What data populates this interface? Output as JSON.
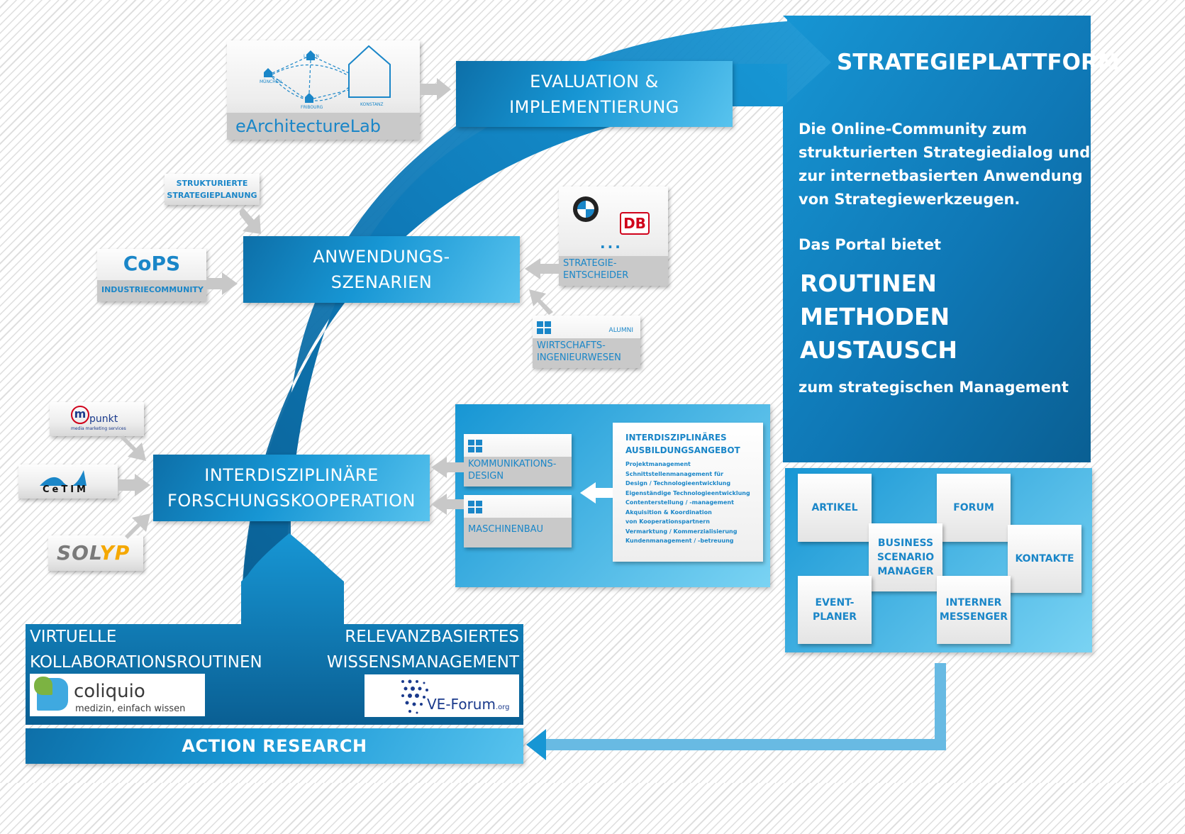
{
  "platform": {
    "title": "STRATEGIEPLATTFORM",
    "description": "Die Online-Community zum\nstrukturierten Strategiedialog und\nzur internetbasierten Anwendung\nvon Strategiewerkzeugen.",
    "portal_intro": "Das Portal bietet",
    "offers": [
      "ROUTINEN",
      "METHODEN",
      "AUSTAUSCH"
    ],
    "offers_suffix": "zum strategischen Management",
    "features": {
      "artikel": "ARTIKEL",
      "forum": "FORUM",
      "business": "BUSINESS\nSCENARIO\nMANAGER",
      "kontakte": "KONTAKTE",
      "event": "EVENT-\nPLANER",
      "messenger": "INTERNER\nMESSENGER"
    }
  },
  "stages": {
    "evaluation": "EVALUATION &\nIMPLEMENTIERUNG",
    "anwendung": "ANWENDUNGS-\nSZENARIEN",
    "forschung": "INTERDISZIPLINÄRE\nFORSCHUNGSKOOPERATION"
  },
  "earch": {
    "title": "eArchitectureLab",
    "nodes": [
      "LEIDEN",
      "MÜNCHEN",
      "FRIBOURG",
      "KONSTANZ"
    ]
  },
  "strukturierte": "STRUKTURIERTE\nSTRATEGIEPLANUNG",
  "cops": {
    "title": "CoPS",
    "subtitle": "INDUSTRIECOMMUNITY"
  },
  "entscheider": {
    "logo_db": "DB",
    "dots": "...",
    "label": "STRATEGIE-\nENTSCHEIDER"
  },
  "alumni": {
    "badge": "ALUMNI",
    "label": "WIRTSCHAFTS-\nINGENIEURWESEN"
  },
  "partners": {
    "mpunkt": {
      "letter": "m",
      "name": "punkt",
      "tagline": "media marketing services"
    },
    "cetim": "CeTIM",
    "solyp": {
      "a": "SOL",
      "b": "YP"
    }
  },
  "education": {
    "kommunikation": "KOMMUNIKATIONS-\nDESIGN",
    "maschinenbau": "MASCHINENBAU",
    "title": "INTERDISZIPLINÄRES\nAUSBILDUNGSANGEBOT",
    "items": [
      "Projektmanagement",
      "Schnittstellenmanagement für",
      "Design / Technologieentwicklung",
      "Eigenständige Technologieentwicklung",
      "Contenterstellung / -management",
      "Akquisition & Koordination",
      "von Kooperationspartnern",
      "Vermarktung / Kommerzialisierung",
      "Kundenmanagement / -betreuung"
    ]
  },
  "bottom": {
    "left_title": "VIRTUELLE\nKOLLABORATIONSROUTINEN",
    "right_title": "RELEVANZBASIERTES\nWISSENSMANAGEMENT",
    "coliquio_name": "coliquio",
    "coliquio_tag": "medizin, einfach wissen",
    "veforum_name": "VE-Forum",
    "veforum_suffix": ".org",
    "action": "ACTION RESEARCH"
  },
  "colors": {
    "primary": "#1796d4",
    "dark": "#0d6fa8",
    "light": "#58c3ee",
    "grey": "#c8c8c8",
    "accent_red": "#d0021b",
    "solyp_yellow": "#f5a800"
  }
}
